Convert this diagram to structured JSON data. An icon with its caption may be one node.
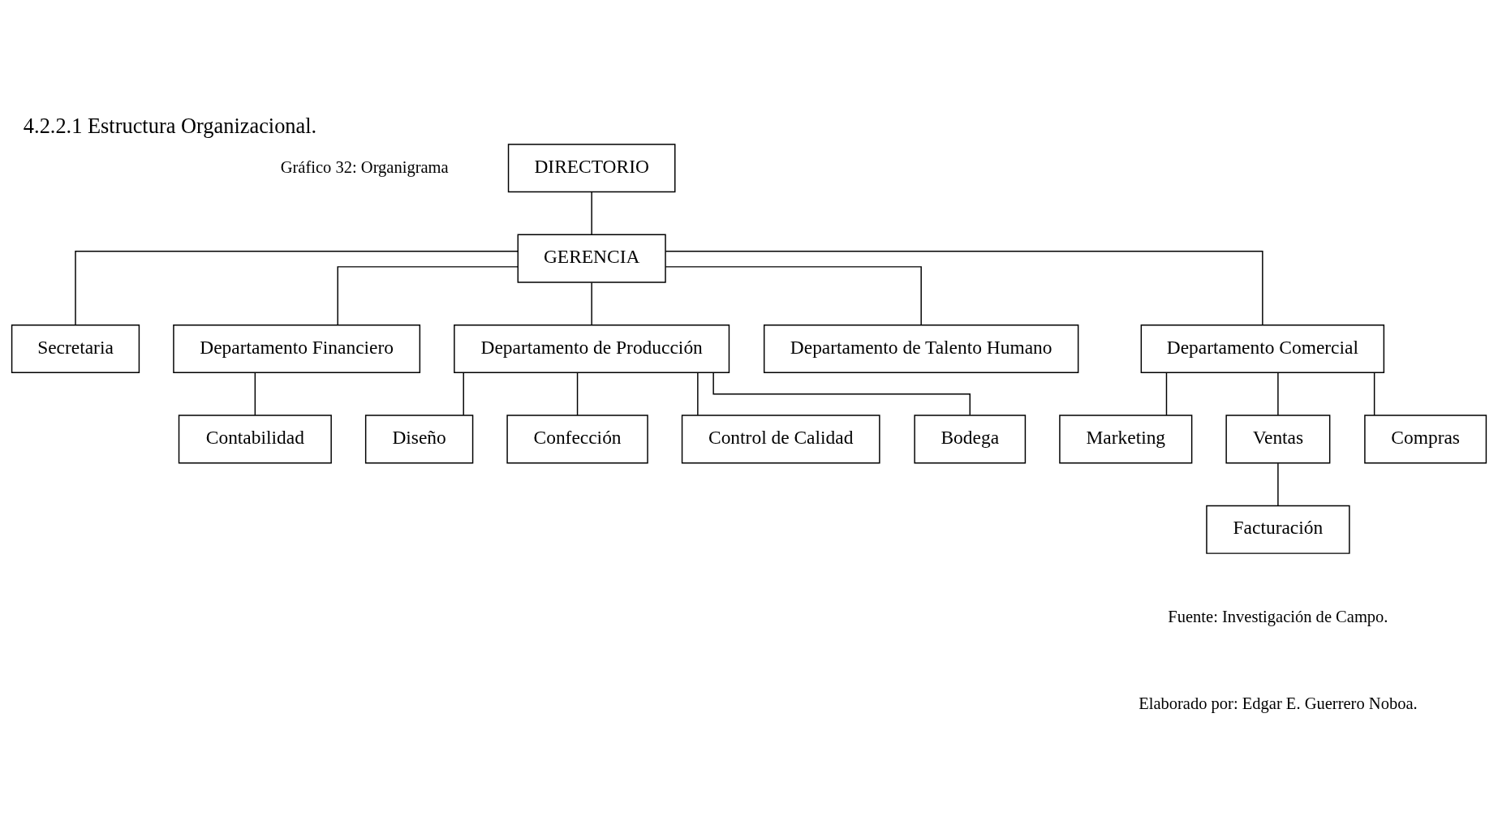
{
  "diagram": {
    "title": "4.2.2.1 Estructura Organizacional.",
    "nodes": [
      {
        "text": [
          "DIRECTORIO"
        ]
      },
      {
        "text": [
          "GERENCIA"
        ]
      },
      {
        "text": [
          "Secretaria"
        ]
      },
      {
        "text": [
          "Departamento Financiero"
        ]
      },
      {
        "text": [
          "Departamento de Producción"
        ]
      },
      {
        "text": [
          "Departamento de Talento Humano"
        ]
      },
      {
        "text": [
          "Departamento Comercial"
        ]
      },
      {
        "text": [
          "Contabilidad"
        ]
      },
      {
        "text": [
          "Diseño"
        ]
      },
      {
        "text": [
          "Confección"
        ]
      },
      {
        "text": [
          "Control de Calidad"
        ]
      },
      {
        "text": [
          "Bodega"
        ]
      },
      {
        "text": [
          "Marketing"
        ]
      },
      {
        "text": [
          "Ventas"
        ]
      },
      {
        "text": [
          "Compras"
        ]
      },
      {
        "text": [
          "Facturación"
        ]
      }
    ],
    "edges": [
      {
        "from": 0,
        "to": 1,
        "arrow": "none"
      },
      {
        "from": 1,
        "to": 2,
        "arrow": "none"
      },
      {
        "from": 1,
        "to": 3,
        "arrow": "none"
      },
      {
        "from": 1,
        "to": 4,
        "arrow": "none"
      },
      {
        "from": 1,
        "to": 5,
        "arrow": "none"
      },
      {
        "from": 1,
        "to": 6,
        "arrow": "none"
      },
      {
        "from": 3,
        "to": 7,
        "arrow": "none"
      },
      {
        "from": 4,
        "to": 8,
        "arrow": "none"
      },
      {
        "from": 4,
        "to": 9,
        "arrow": "none"
      },
      {
        "from": 4,
        "to": 10,
        "arrow": "none"
      },
      {
        "from": 4,
        "to": 11,
        "arrow": "none"
      },
      {
        "from": 6,
        "to": 12,
        "arrow": "none"
      },
      {
        "from": 6,
        "to": 13,
        "arrow": "none"
      },
      {
        "from": 6,
        "to": 14,
        "arrow": "none"
      },
      {
        "from": 13,
        "to": 15,
        "arrow": "none"
      }
    ],
    "labels": [
      "Gráfico 32: Organigrama",
      "Fuente: Investigación de Campo.",
      "Elaborado por: Edgar E. Guerrero Noboa."
    ]
  }
}
